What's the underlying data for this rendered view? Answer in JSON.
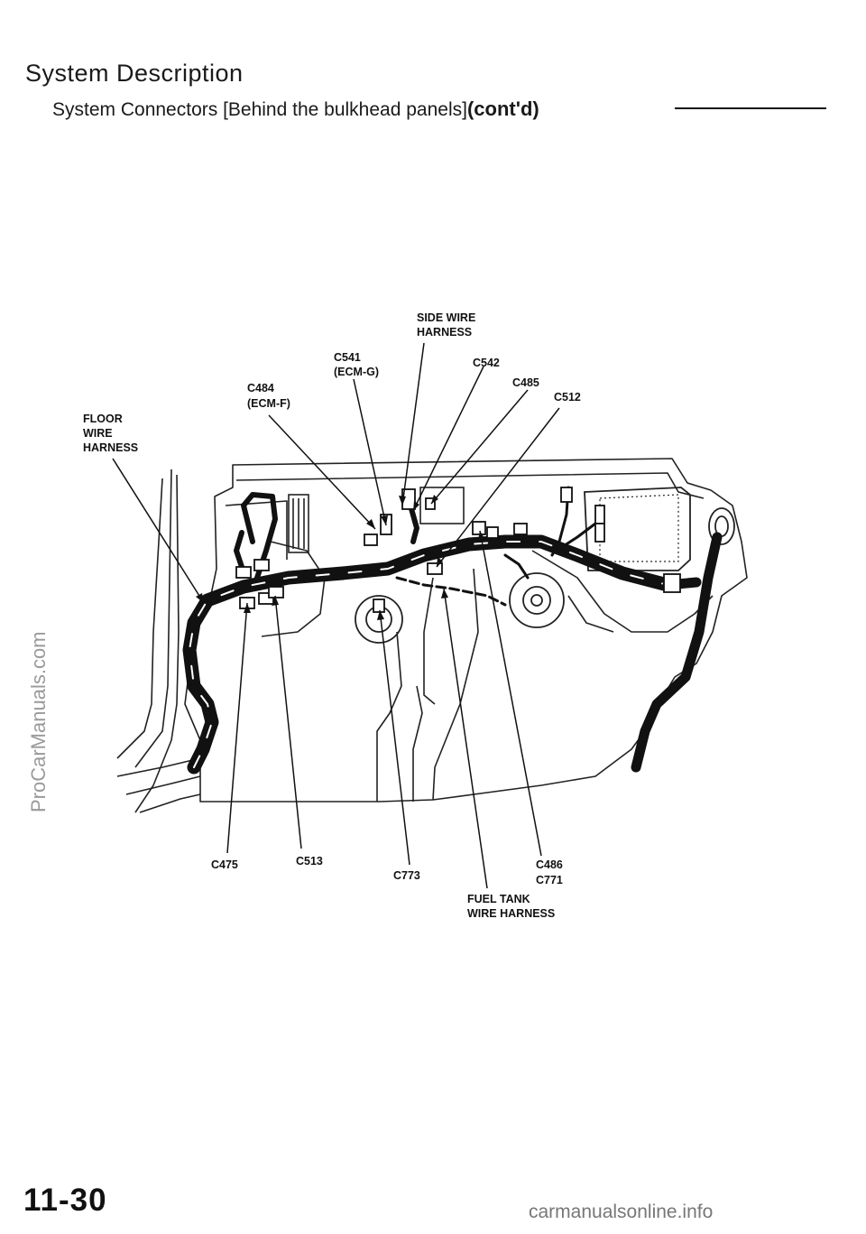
{
  "header": {
    "title": "System Description",
    "subtitle": "System Connectors [Behind the bulkhead panels]",
    "contd": "(cont'd)"
  },
  "labels": {
    "side_wire_harness": [
      "SIDE WIRE",
      "HARNESS"
    ],
    "c541": [
      "C541",
      "(ECM-G)"
    ],
    "c542": "C542",
    "c485": "C485",
    "c512": "C512",
    "c484": [
      "C484",
      "(ECM-F)"
    ],
    "floor_wire_harness": [
      "FLOOR",
      "WIRE",
      "HARNESS"
    ],
    "c475": "C475",
    "c513": "C513",
    "c773": "C773",
    "c486_c771": [
      "C486",
      "C771"
    ],
    "fuel_tank_wire_harness": [
      "FUEL TANK",
      "WIRE HARNESS"
    ]
  },
  "watermark": "ProCarManuals.com",
  "page_number": "11-30",
  "footer_site": "carmanualsonline.info"
}
